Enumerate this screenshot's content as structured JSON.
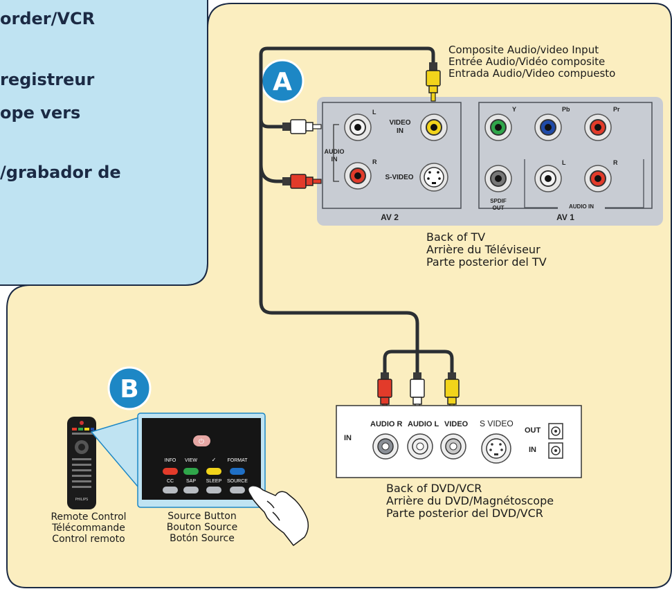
{
  "headings": [
    "order/VCR",
    "registreur",
    "ope vers",
    "/grabador de"
  ],
  "badges": {
    "a": "A",
    "b": "B"
  },
  "composite_input_caption": [
    "Composite Audio/video Input",
    "Entrée Audio/Vidéo composite",
    "Entrada Audio/Video compuesto"
  ],
  "tv_panel": {
    "av2": {
      "audio_in_lines": [
        "AUDIO",
        "IN"
      ],
      "l": "L",
      "r": "R",
      "video_in_lines": [
        "VIDEO",
        "IN"
      ],
      "svideo": "S-VIDEO",
      "name": "AV 2"
    },
    "av1": {
      "y": "Y",
      "pb": "Pb",
      "pr": "Pr",
      "spdif_lines": [
        "SPDIF",
        "OUT"
      ],
      "l": "L",
      "r": "R",
      "audio_in": "AUDIO IN",
      "name": "AV 1"
    }
  },
  "back_of_tv_caption": [
    "Back of TV",
    "Arrière du Téléviseur",
    "Parte posterior del TV"
  ],
  "dvd_panel": {
    "in": "IN",
    "audio_r": "AUDIO R",
    "audio_l": "AUDIO L",
    "video": "VIDEO",
    "s_video": "S VIDEO",
    "out": "OUT",
    "in2": "IN"
  },
  "back_of_dvd_caption": [
    "Back of DVD/VCR",
    "Arrière du DVD/Magnétoscope",
    "Parte posterior del DVD/VCR"
  ],
  "remote": {
    "brand": "PHILIPS",
    "keys": [
      "INFO",
      "VIEW",
      "✓",
      "FORMAT",
      "CC",
      "SAP",
      "SLEEP",
      "SOURCE"
    ],
    "power": "⏻"
  },
  "remote_caption": [
    "Remote Control",
    "Télécommande",
    "Control remoto"
  ],
  "source_caption": [
    "Source Button",
    "Bouton Source",
    "Botón Source"
  ],
  "colors": {
    "blue_panel": "#bfe3f2",
    "beige_panel": "#fbeec0",
    "badge": "#1d87c5",
    "tv_panel": "#c8ccd3",
    "cable": "#2b2f33",
    "red": "#e23b2a",
    "yellow": "#f2d41b",
    "green": "#2fa64a",
    "blue": "#1f4aa8"
  }
}
